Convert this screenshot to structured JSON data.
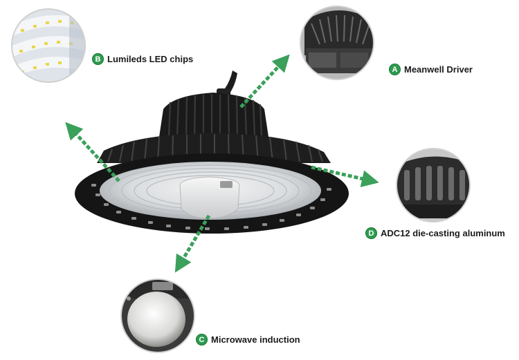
{
  "callouts": {
    "a": {
      "letter": "A",
      "label": "Meanwell Driver"
    },
    "b": {
      "letter": "B",
      "label": "Lumileds LED chips"
    },
    "c": {
      "letter": "C",
      "label": "Microwave induction"
    },
    "d": {
      "letter": "D",
      "label": "ADC12 die-casting aluminum"
    }
  },
  "colors": {
    "accent_green": "#2e9b4f",
    "arrow_green": "#3aa05a",
    "housing_black": "#161616"
  },
  "icons": {
    "product": "ufo-high-bay-light",
    "detail_a": "driver-heatsink-closeup",
    "detail_b": "led-chips-closeup",
    "detail_c": "microwave-sensor-closeup",
    "detail_d": "die-cast-fins-closeup"
  }
}
